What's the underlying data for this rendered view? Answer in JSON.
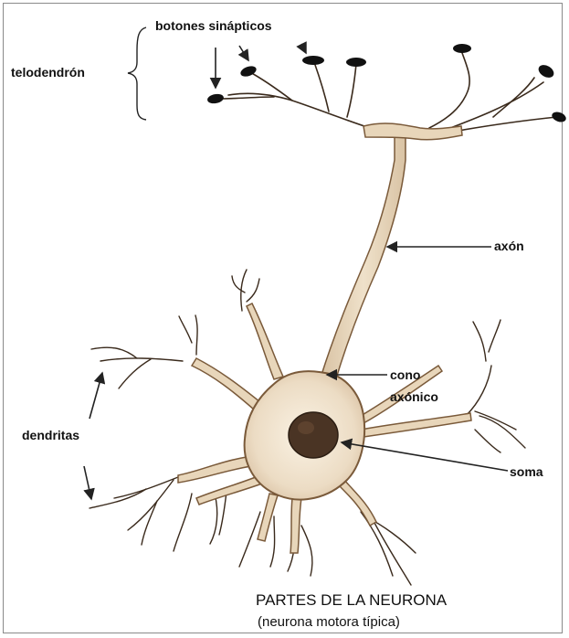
{
  "labels": {
    "botones_sinapticos": "botones sinápticos",
    "telodendron": "telodendrón",
    "axon": "axón",
    "cono_line1": "cono",
    "cono_line2": "axónico",
    "dendritas": "dendritas",
    "soma": "soma"
  },
  "caption": {
    "title": "PARTES DE LA NEURONA",
    "subtitle": "(neurona motora típica)"
  },
  "colors": {
    "cell_fill": "#ecdcc4",
    "cell_stroke": "#7a5a3a",
    "nucleus": "#4a3424",
    "line": "#222222"
  }
}
